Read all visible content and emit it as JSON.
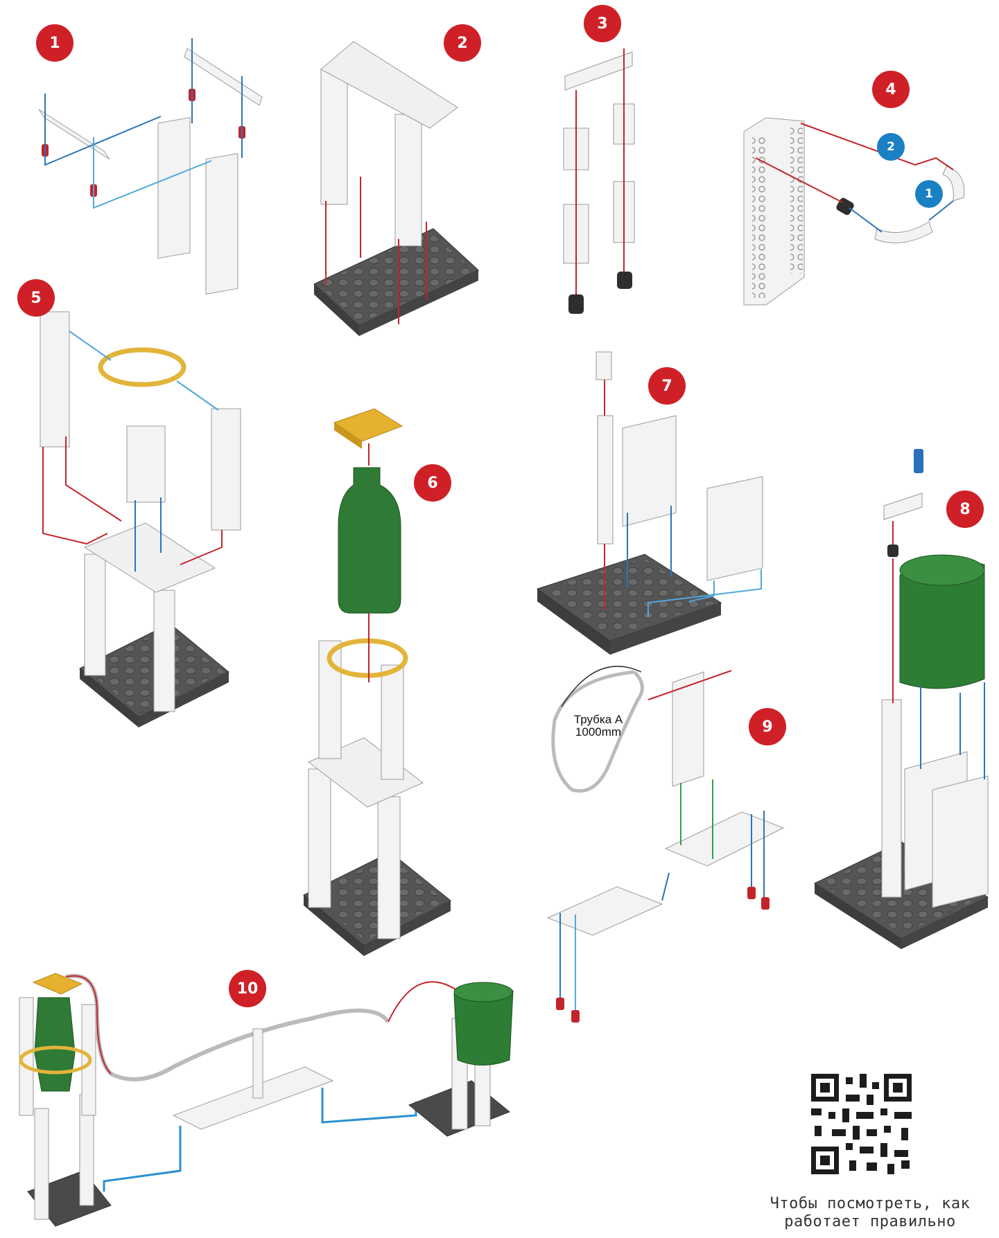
{
  "steps": [
    "1",
    "2",
    "3",
    "4",
    "5",
    "6",
    "7",
    "8",
    "9",
    "10"
  ],
  "sub_steps": [
    "1",
    "2"
  ],
  "tube_label_line1": "Трубка А",
  "tube_label_line2": "1000mm",
  "qr_caption_line1": "Чтобы посмотреть, как",
  "qr_caption_line2": "работает правильно",
  "colors": {
    "badge_red": "#cf2027",
    "badge_blue": "#1a80c4",
    "beam_white": "#f2f2f2",
    "plate_dark": "#555555",
    "bottle_green": "#2f7a35",
    "ring_yellow": "#e2b43a",
    "guide_red": "#d21f2a",
    "guide_blue": "#2a8fd1",
    "guide_green": "#2aa34a"
  },
  "icons": [
    "qr-code-icon"
  ]
}
